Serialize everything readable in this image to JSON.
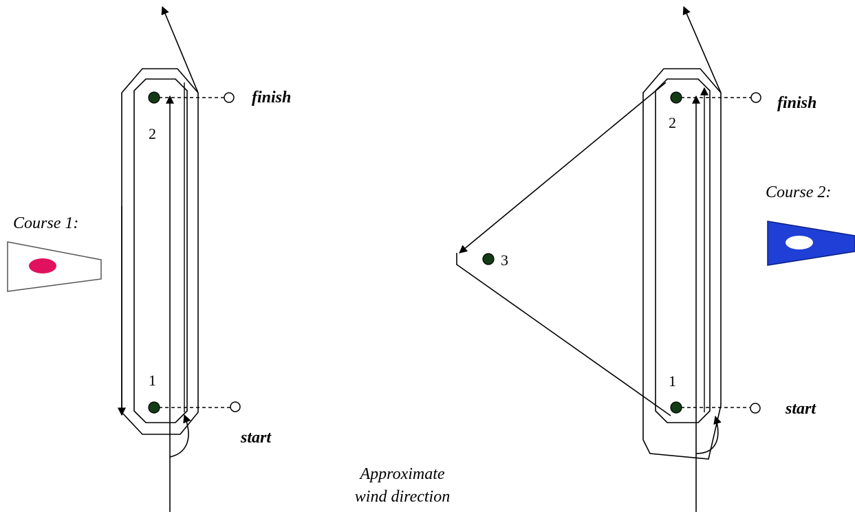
{
  "course1": {
    "label": "Course 1:",
    "flag_fill": "#ffffff",
    "flag_mark_color": "#e0115f",
    "mark_1": "1",
    "mark_2": "2",
    "finish": "finish",
    "start": "start"
  },
  "course2": {
    "label": "Course 2:",
    "flag_fill": "#1f3fd6",
    "flag_mark_color": "#ffffff",
    "mark_1": "1",
    "mark_2": "2",
    "mark_3": "3",
    "finish": "finish",
    "start": "start"
  },
  "wind_label_line1": "Approximate",
  "wind_label_line2": "wind direction",
  "colors": {
    "mark": "#123b16",
    "line": "#000000"
  }
}
